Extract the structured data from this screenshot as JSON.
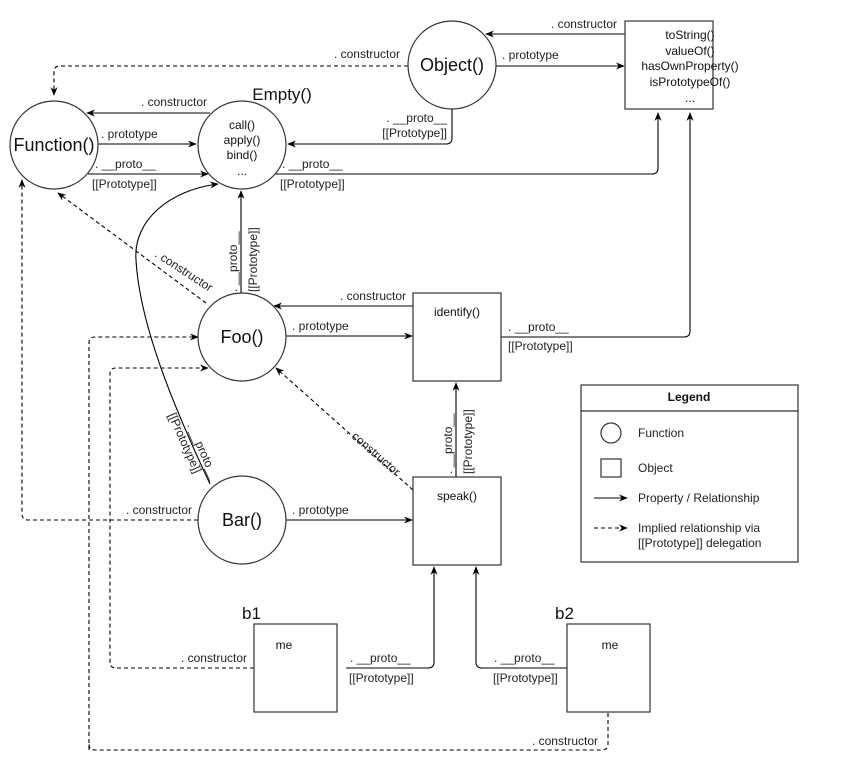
{
  "diagram": {
    "colors": {
      "stroke": "#333333",
      "text": "#222222",
      "background": "#ffffff"
    },
    "functions": {
      "function": "Function()",
      "object": "Object()",
      "foo": "Foo()",
      "bar": "Bar()",
      "empty_title": "Empty()"
    },
    "empty_members": [
      "call()",
      "apply()",
      "bind()",
      "..."
    ],
    "object_proto_members": [
      "toString()",
      "valueOf()",
      "hasOwnProperty()",
      "isPrototypeOf()",
      "..."
    ],
    "objects": {
      "identify": "identify()",
      "speak": "speak()",
      "b1_title": "b1",
      "b1_member": "me",
      "b2_title": "b2",
      "b2_member": "me"
    },
    "labels": {
      "constructor": ". constructor",
      "prototype": ". prototype",
      "proto": ". __proto__",
      "proto_internal": "[[Prototype]]"
    },
    "legend": {
      "title": "Legend",
      "items": [
        {
          "icon": "circle",
          "label": "Function"
        },
        {
          "icon": "square",
          "label": "Object"
        },
        {
          "icon": "solid-arrow",
          "label": "Property / Relationship"
        },
        {
          "icon": "dashed-arrow",
          "label_line1": "Implied relationship via",
          "label_line2": "[[Prototype]] delegation"
        }
      ]
    }
  }
}
